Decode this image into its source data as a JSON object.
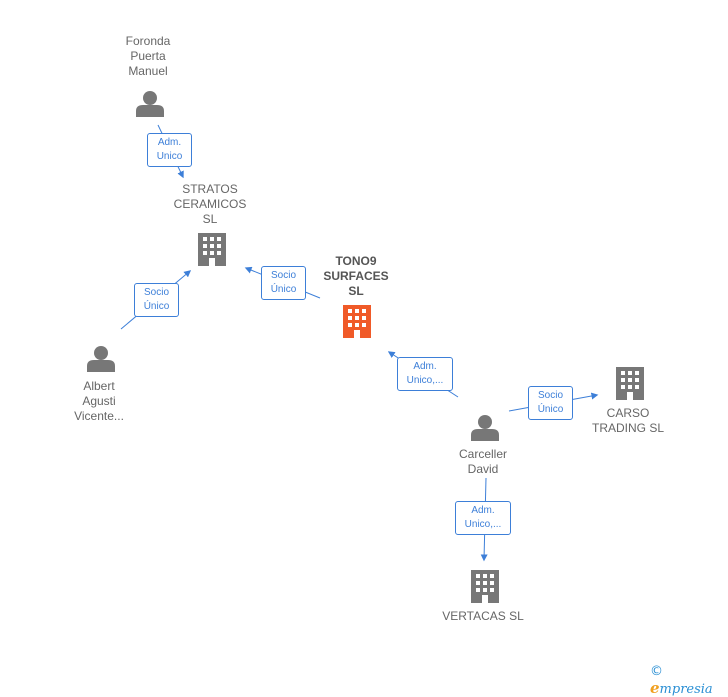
{
  "colors": {
    "edge": "#3d7fd8",
    "person_icon": "#777777",
    "company_icon": "#777777",
    "focus_icon": "#f05a28",
    "label": "#666666"
  },
  "nodes": {
    "foronda": {
      "label": "Foronda\nPuerta\nManuel",
      "icon": "person-icon"
    },
    "stratos": {
      "label": "STRATOS\nCERAMICOS\nSL",
      "icon": "company-icon"
    },
    "tono9": {
      "label": "TONO9\nSURFACES\nSL",
      "icon": "company-icon"
    },
    "albert": {
      "label": "Albert\nAgusti\nVicente...",
      "icon": "person-icon"
    },
    "carceller": {
      "label": "Carceller\nDavid",
      "icon": "person-icon"
    },
    "carso": {
      "label": "CARSO\nTRADING  SL",
      "icon": "company-icon"
    },
    "vertacas": {
      "label": "VERTACAS SL",
      "icon": "company-icon"
    }
  },
  "edges": {
    "foronda_stratos": "Adm.\nUnico",
    "tono9_stratos": "Socio\nÚnico",
    "albert_stratos": "Socio\nÚnico",
    "carceller_tono9": "Adm.\nUnico,...",
    "carceller_carso": "Socio\nÚnico",
    "carceller_vertacas": "Adm.\nUnico,..."
  },
  "brand": {
    "copyright": "©",
    "initial": "e",
    "rest": "mpresia"
  }
}
